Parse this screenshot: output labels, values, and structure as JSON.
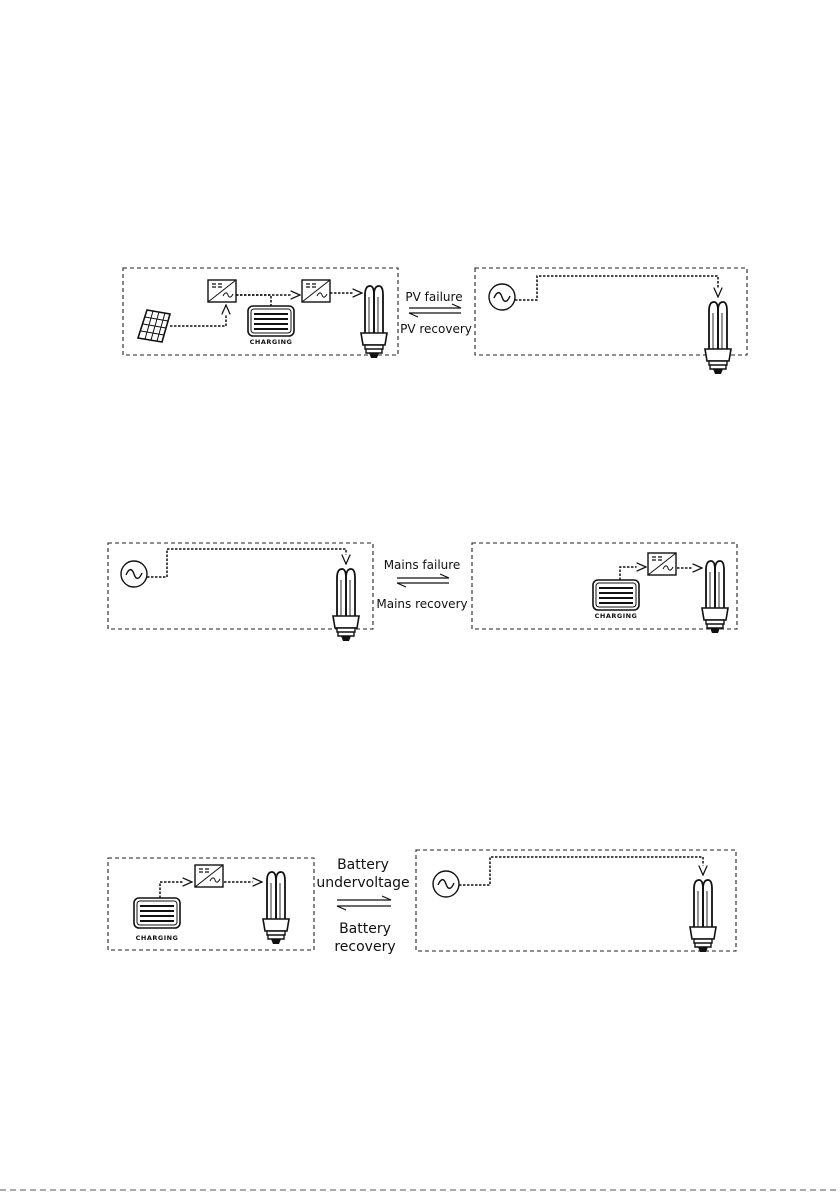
{
  "diagram_1": {
    "arrow_top_label": "PV failure",
    "arrow_bottom_label": "PV recovery",
    "battery_label": "CHARGING",
    "icons": [
      "solar-panel-icon",
      "controller-icon",
      "battery-icon",
      "inverter-icon",
      "lamp-icon",
      "ac-source-icon"
    ]
  },
  "diagram_2": {
    "arrow_top_label": "Mains failure",
    "arrow_bottom_label": "Mains recovery",
    "battery_label": "CHARGING",
    "icons": [
      "ac-source-icon",
      "lamp-icon",
      "battery-icon",
      "inverter-icon"
    ]
  },
  "diagram_3": {
    "arrow_top_label_1": "Battery",
    "arrow_top_label_2": "undervoltage",
    "arrow_bottom_label_1": "Battery",
    "arrow_bottom_label_2": "recovery",
    "battery_label": "CHARGING",
    "icons": [
      "battery-icon",
      "inverter-icon",
      "lamp-icon",
      "ac-source-icon"
    ]
  }
}
